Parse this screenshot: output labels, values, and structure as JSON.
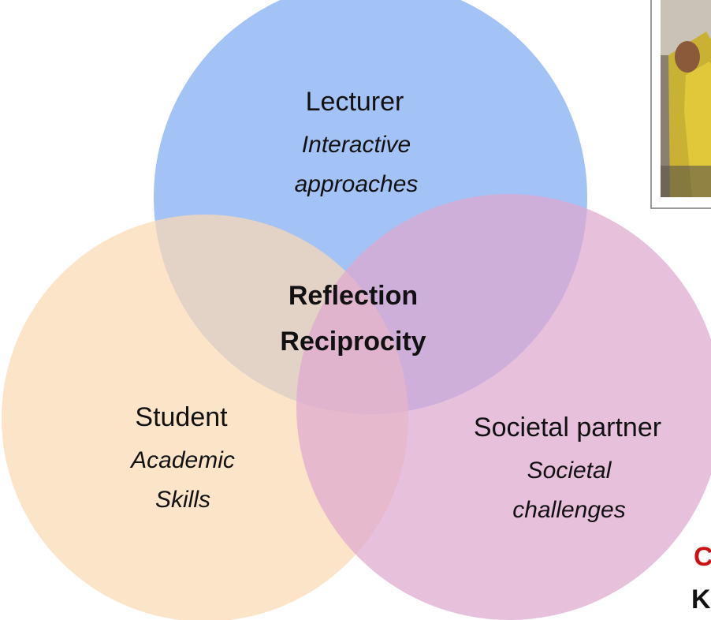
{
  "diagram": {
    "colors": {
      "lecturer": "#8fb4f4",
      "student": "#fbd9b3",
      "partner": "#dea8cf",
      "text": "#111111",
      "edge_red": "#cc1111"
    },
    "circles": {
      "lecturer": {
        "title": "Lecturer",
        "subtitle_line1": "Interactive",
        "subtitle_line2": "approaches"
      },
      "student": {
        "title": "Student",
        "subtitle_line1": "Academic",
        "subtitle_line2": "Skills"
      },
      "partner": {
        "title": "Societal partner",
        "subtitle_line1": "Societal",
        "subtitle_line2": "challenges"
      }
    },
    "center": {
      "line1": "Reflection",
      "line2": "Reciprocity"
    },
    "edge_text": {
      "red_fragment": "C",
      "dark_fragment": "K"
    }
  }
}
